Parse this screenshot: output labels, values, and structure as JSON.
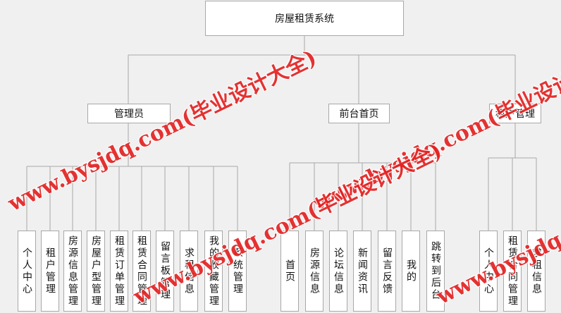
{
  "root": "房屋租赁系统",
  "branches": [
    {
      "label": "管理员",
      "children": [
        "个人中心",
        "租户管理",
        "房源信息管理",
        "房屋户型管理",
        "租赁订单管理",
        "租赁合同管理",
        "留言板管理",
        "求租信息",
        "我的收藏管理",
        "系统管理"
      ]
    },
    {
      "label": "前台首页",
      "children": [
        "首页",
        "房源信息",
        "论坛信息",
        "新闻资讯",
        "留言反馈",
        "我的",
        "跳转到后台"
      ]
    },
    {
      "label": "租户管理",
      "children": [
        "个人中心",
        "租赁合同管理",
        "求租信息"
      ]
    }
  ],
  "watermark": "www.bysjdq.com(毕业设计大全)",
  "colors": {
    "watermark": "#e32222",
    "line": "#a8a8a8",
    "background": "#f0f0f0"
  }
}
